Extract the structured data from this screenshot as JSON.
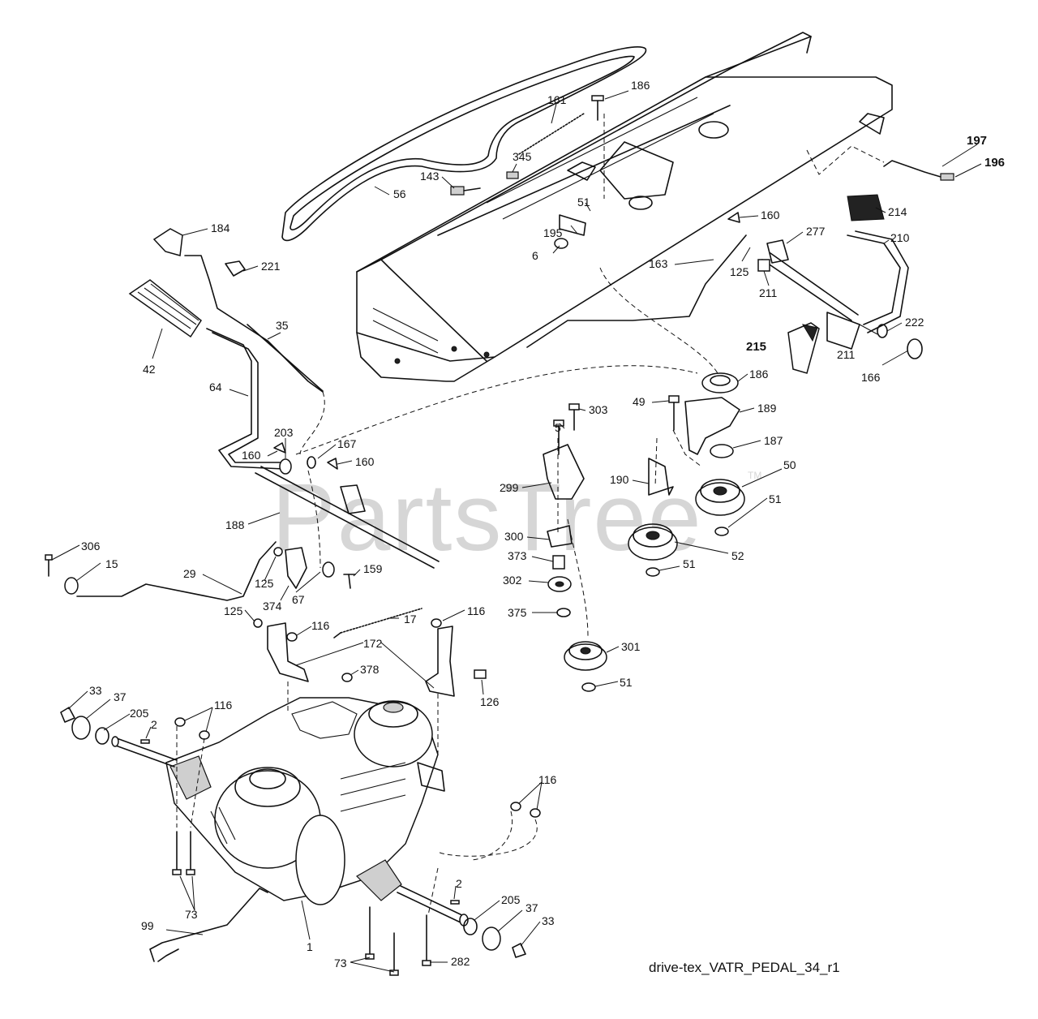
{
  "watermark": {
    "brand": "PartsTree",
    "trademark": "TM"
  },
  "diagram_code": "drive-tex_VATR_PEDAL_34_r1",
  "callouts": [
    {
      "label": "197",
      "bold": true
    },
    {
      "label": "196",
      "bold": true
    },
    {
      "label": "186"
    },
    {
      "label": "161"
    },
    {
      "label": "345"
    },
    {
      "label": "143"
    },
    {
      "label": "56"
    },
    {
      "label": "51"
    },
    {
      "label": "195"
    },
    {
      "label": "6"
    },
    {
      "label": "184"
    },
    {
      "label": "221"
    },
    {
      "label": "160"
    },
    {
      "label": "277"
    },
    {
      "label": "214"
    },
    {
      "label": "210"
    },
    {
      "label": "163"
    },
    {
      "label": "125"
    },
    {
      "label": "211"
    },
    {
      "label": "222"
    },
    {
      "label": "215",
      "bold": true
    },
    {
      "label": "211"
    },
    {
      "label": "166"
    },
    {
      "label": "35"
    },
    {
      "label": "42"
    },
    {
      "label": "64"
    },
    {
      "label": "186"
    },
    {
      "label": "49"
    },
    {
      "label": "303"
    },
    {
      "label": "189"
    },
    {
      "label": "5"
    },
    {
      "label": "203"
    },
    {
      "label": "167"
    },
    {
      "label": "160"
    },
    {
      "label": "160"
    },
    {
      "label": "187"
    },
    {
      "label": "50"
    },
    {
      "label": "299"
    },
    {
      "label": "190"
    },
    {
      "label": "51"
    },
    {
      "label": "188"
    },
    {
      "label": "300"
    },
    {
      "label": "52"
    },
    {
      "label": "373"
    },
    {
      "label": "51"
    },
    {
      "label": "306"
    },
    {
      "label": "15"
    },
    {
      "label": "29"
    },
    {
      "label": "125"
    },
    {
      "label": "159"
    },
    {
      "label": "302"
    },
    {
      "label": "374"
    },
    {
      "label": "67"
    },
    {
      "label": "375"
    },
    {
      "label": "116"
    },
    {
      "label": "116"
    },
    {
      "label": "17"
    },
    {
      "label": "125"
    },
    {
      "label": "301"
    },
    {
      "label": "172"
    },
    {
      "label": "378"
    },
    {
      "label": "51"
    },
    {
      "label": "126"
    },
    {
      "label": "33"
    },
    {
      "label": "37"
    },
    {
      "label": "116"
    },
    {
      "label": "205"
    },
    {
      "label": "2"
    },
    {
      "label": "116"
    },
    {
      "label": "2"
    },
    {
      "label": "205"
    },
    {
      "label": "37"
    },
    {
      "label": "73"
    },
    {
      "label": "33"
    },
    {
      "label": "99"
    },
    {
      "label": "1"
    },
    {
      "label": "73"
    },
    {
      "label": "282"
    }
  ]
}
